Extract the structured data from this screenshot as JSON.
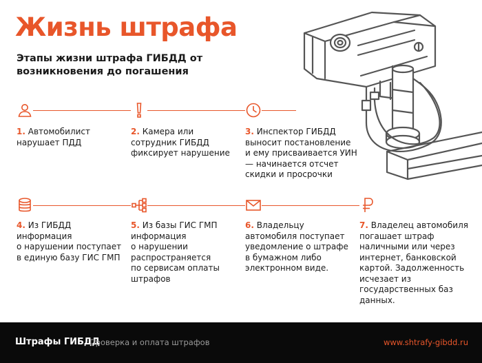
{
  "title": "Жизнь штрафа",
  "subtitle": "Этапы жизни штрафа ГИБДД от возникновения до погашения",
  "colors": {
    "accent": "#e8562a",
    "text": "#1a1a1a",
    "footer_bg": "#0a0a0a",
    "footer_muted": "#9a9a9a"
  },
  "steps": [
    {
      "num": "1.",
      "icon": "person-icon",
      "lines": [
        "Автомобилист",
        "нарушает ПДД"
      ]
    },
    {
      "num": "2.",
      "icon": "exclamation-icon",
      "lines": [
        "Камера или",
        "сотрудник ГИБДД",
        "фиксирует нарушение"
      ]
    },
    {
      "num": "3.",
      "icon": "clock-icon",
      "lines": [
        "Инспектор ГИБДД",
        "выносит постановление",
        "и ему присваивается УИН",
        "— начинается отсчет",
        "скидки и просрочки"
      ]
    },
    {
      "num": "4.",
      "icon": "database-icon",
      "lines": [
        "Из ГИБДД",
        "информация",
        "о нарушении поступает",
        "в единую базу ГИС ГМП"
      ]
    },
    {
      "num": "5.",
      "icon": "network-icon",
      "lines": [
        "Из базы ГИС ГМП",
        "информация",
        "о нарушении",
        "распространяется",
        "по сервисам оплаты",
        "штрафов"
      ]
    },
    {
      "num": "6.",
      "icon": "envelope-icon",
      "lines": [
        "Владельцу",
        "автомобиля поступает",
        "уведомление о штрафе",
        "в бумажном либо",
        "электронном виде."
      ]
    },
    {
      "num": "7.",
      "icon": "ruble-icon",
      "lines": [
        "Владелец автомобиля",
        "погашает штраф",
        "наличными или через",
        "интернет, банковской",
        "картой. Задолженность",
        "исчезает из",
        "государственных баз",
        "данных."
      ]
    }
  ],
  "footer": {
    "brand": "Штрафы ГИБДД",
    "tagline": "Проверка и оплата штрафов",
    "site": "www.shtrafy-gibdd.ru"
  }
}
